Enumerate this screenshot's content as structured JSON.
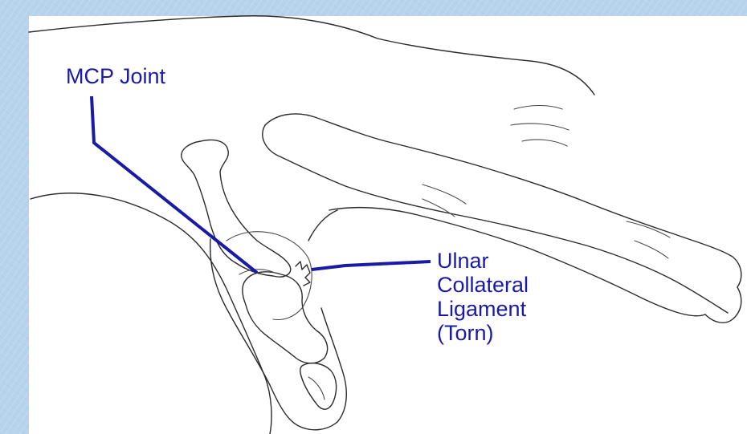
{
  "labels": {
    "mcp_joint": "MCP Joint",
    "ulnar_collateral_ligament": [
      "Ulnar",
      "Collateral",
      "Ligament",
      "(Torn)"
    ]
  },
  "colors": {
    "frame_background": "#b7d3ec",
    "canvas_background": "#ffffff",
    "label_text": "#1a1aa8",
    "leader_line": "#1a1aa8",
    "line_art": "#2b2b2b"
  }
}
